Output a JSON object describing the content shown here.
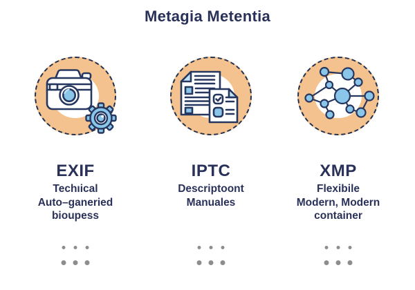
{
  "title": "Metagia Metentia",
  "items": [
    {
      "heading": "EXIF",
      "icon": "camera-gear-icon",
      "description_lines": [
        "Techıical",
        "Auto–ganeried",
        "bioupess"
      ]
    },
    {
      "heading": "IPTC",
      "icon": "documents-icon",
      "description_lines": [
        "Descriptoont",
        "Manuales",
        ""
      ]
    },
    {
      "heading": "XMP",
      "icon": "network-icon",
      "description_lines": [
        "Flexibile",
        "Modern, Modern",
        "container"
      ]
    }
  ],
  "colors": {
    "text_navy": "#2A3159",
    "icon_outline": "#26375F",
    "ring_orange": "#F4C28E",
    "accent_blue": "#8AC6E9",
    "accent_blue_light": "#BFE3F5",
    "dot_gray": "#8D8D8D",
    "background": "#FFFFFF"
  },
  "decor": {
    "dot_rows": 2,
    "dot_cols": 3
  }
}
